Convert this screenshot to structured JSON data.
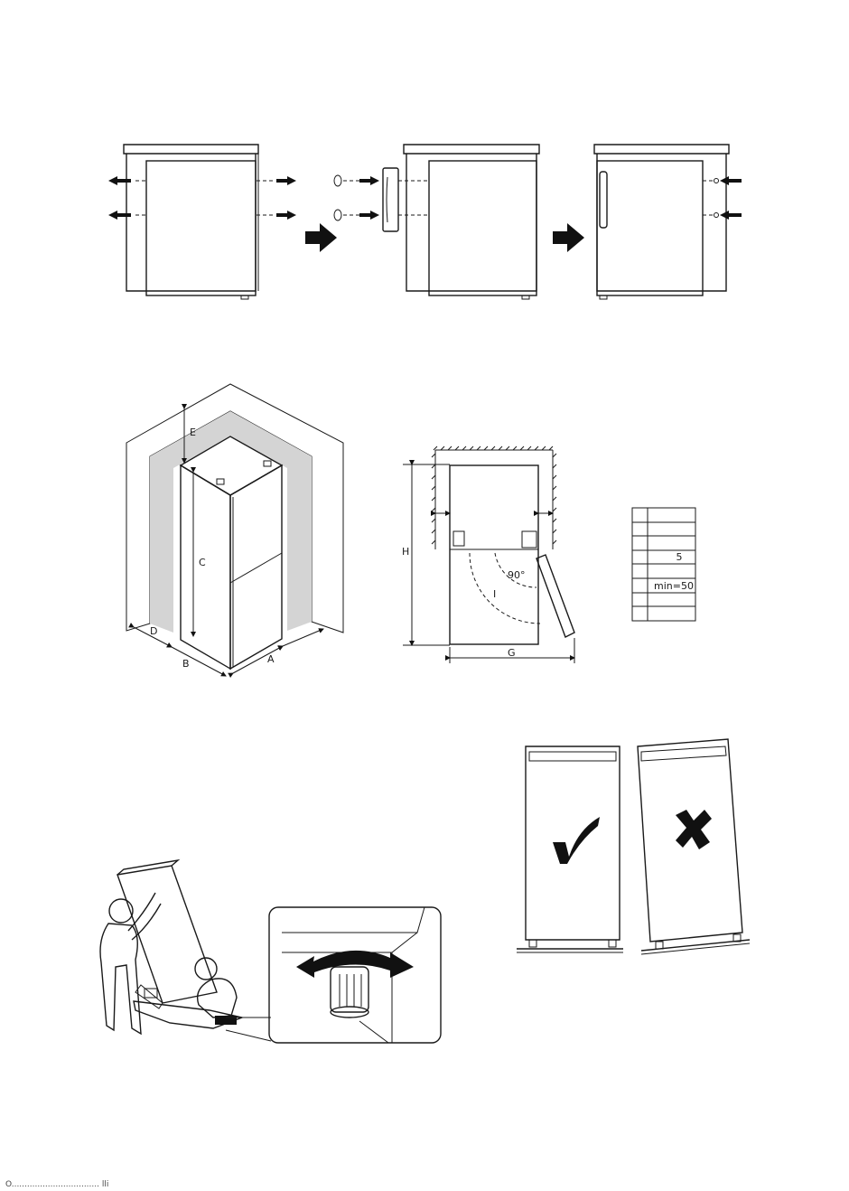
{
  "panel_handle": {
    "steps": [
      "remove-handle",
      "fit-handle-opposite-side",
      "plug-holes"
    ]
  },
  "panel_dimensions": {
    "labels": {
      "a": "A",
      "b": "B",
      "c": "C",
      "d": "D",
      "e": "E",
      "g": "G",
      "h": "H",
      "i": "I",
      "angle": "90°"
    },
    "table": [
      {
        "key": "",
        "value": ""
      },
      {
        "key": "",
        "value": ""
      },
      {
        "key": "",
        "value": ""
      },
      {
        "key": "",
        "value": "5"
      },
      {
        "key": "",
        "value": ""
      },
      {
        "key": "",
        "value": "min=50"
      },
      {
        "key": "",
        "value": ""
      },
      {
        "key": "",
        "value": ""
      }
    ]
  },
  "panel_leveling": {
    "correct_icon": "check-icon",
    "wrong_icon": "cross-icon"
  },
  "footer": "O.................................. lli"
}
